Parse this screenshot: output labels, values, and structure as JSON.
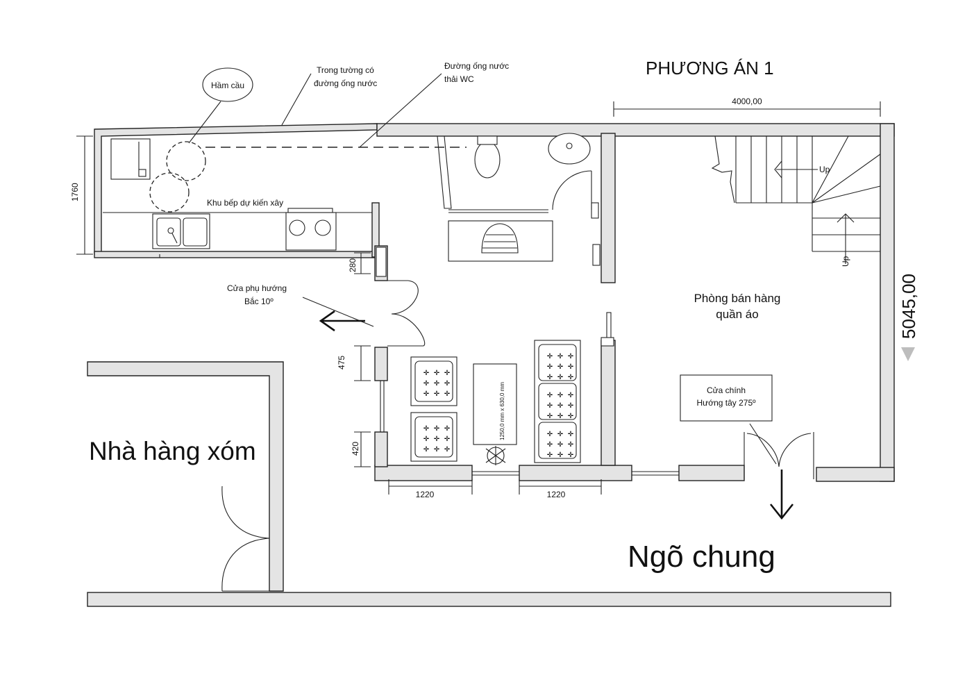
{
  "title": "PHƯƠNG ÁN 1",
  "labels": {
    "ham_cau": "Hầm cầu",
    "pipe_wall_1": "Trong tường có",
    "pipe_wall_2": "đường ống nước",
    "wc_pipe_1": "Đường ống nước",
    "wc_pipe_2": "thải WC",
    "kitchen": "Khu bếp dự kiến xây",
    "side_door_1": "Cửa phụ hướng",
    "side_door_2": "Bắc 10º",
    "shop_1": "Phòng bán hàng",
    "shop_2": "quần áo",
    "main_door_1": "Cửa chính",
    "main_door_2": "Hướng tây 275º",
    "neighbor": "Nhà hàng xóm",
    "alley": "Ngõ chung",
    "table_size": "1250,0 mm x 630,0 mm",
    "up_1": "Up",
    "up_2": "Up"
  },
  "dimensions": {
    "top_width": "4000,00",
    "right_depth": "5045,00",
    "kitchen_depth": "1760",
    "d280": "280",
    "d475": "475",
    "d420": "420",
    "bottom_1": "1220",
    "bottom_2": "1220"
  }
}
